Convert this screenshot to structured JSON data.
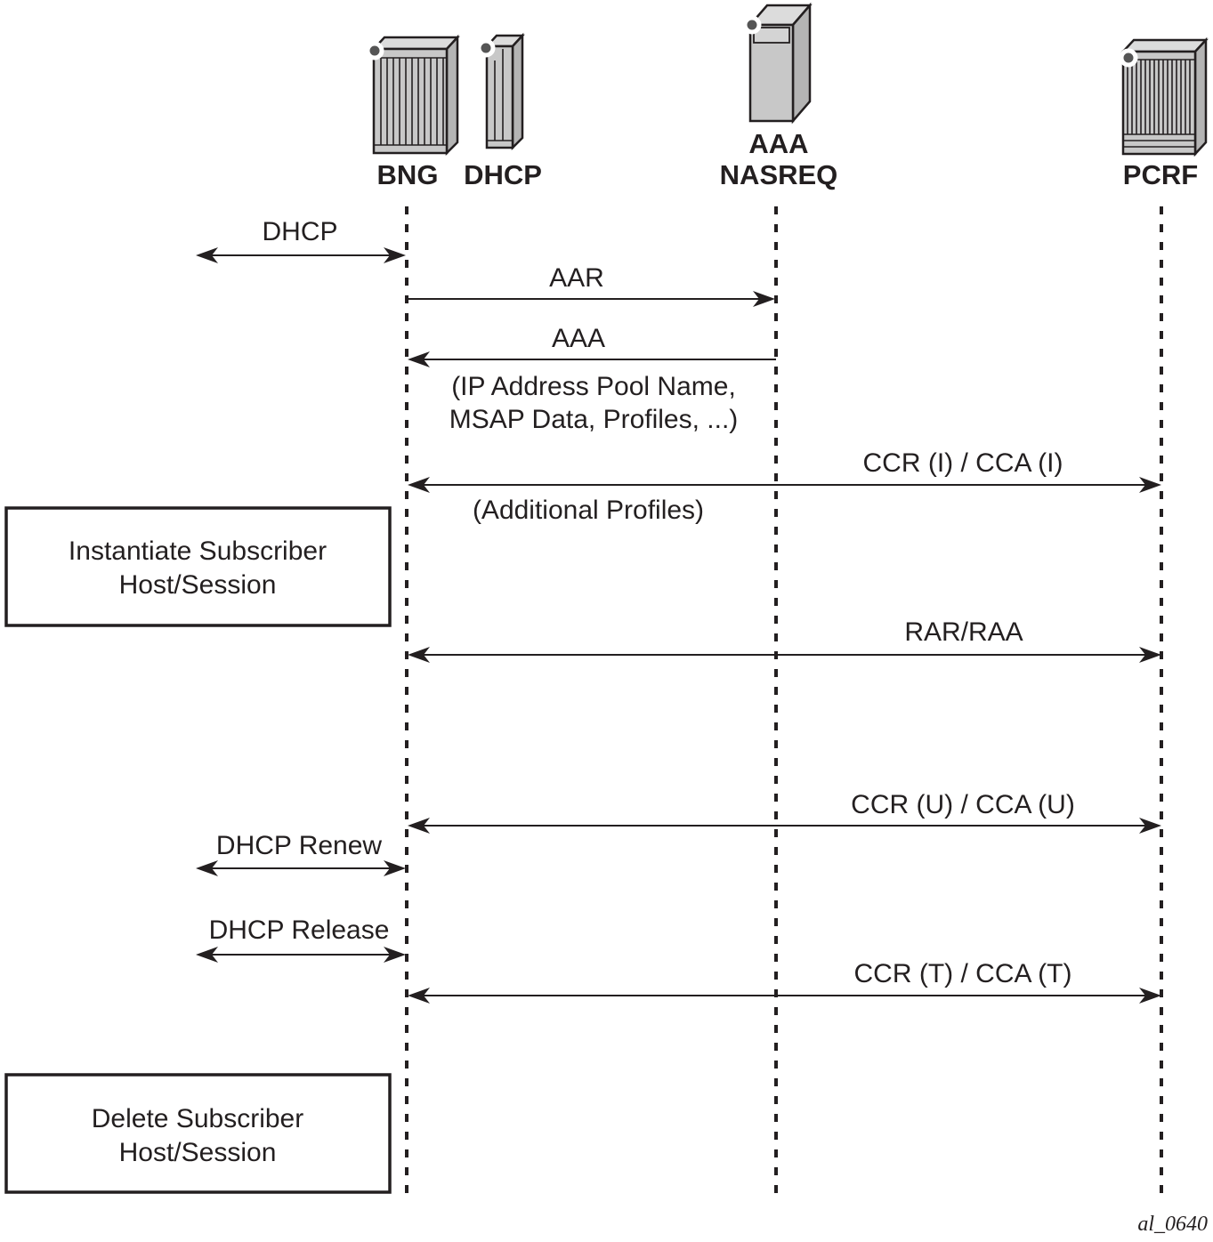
{
  "diagram": {
    "nodes": [
      {
        "id": "bng",
        "label": "BNG",
        "icon": "router-chassis-icon"
      },
      {
        "id": "dhcp",
        "label": "DHCP",
        "icon": "server-blade-icon"
      },
      {
        "id": "aaa",
        "label_lines": [
          "AAA",
          "NASREQ"
        ],
        "icon": "server-tower-icon"
      },
      {
        "id": "pcrf",
        "label": "PCRF",
        "icon": "router-chassis-icon"
      }
    ],
    "messages": [
      {
        "id": "dhcp",
        "label": "DHCP",
        "from": "client",
        "to": "bng",
        "direction": "bidirectional"
      },
      {
        "id": "aar",
        "label": "AAR",
        "from": "bng",
        "to": "aaa",
        "direction": "right"
      },
      {
        "id": "aaa",
        "label": "AAA",
        "from": "aaa",
        "to": "bng",
        "direction": "left",
        "note_lines": [
          "(IP Address Pool Name,",
          "MSAP Data, Profiles, ...)"
        ]
      },
      {
        "id": "ccr-i",
        "label": "CCR (I) / CCA (I)",
        "from": "bng",
        "to": "pcrf",
        "direction": "bidirectional",
        "note_lines": [
          "(Additional Profiles)"
        ]
      },
      {
        "id": "rar",
        "label": "RAR/RAA",
        "from": "bng",
        "to": "pcrf",
        "direction": "bidirectional"
      },
      {
        "id": "ccr-u",
        "label": "CCR (U) / CCA (U)",
        "from": "bng",
        "to": "pcrf",
        "direction": "bidirectional"
      },
      {
        "id": "dhcp-renew",
        "label": "DHCP Renew",
        "from": "client",
        "to": "bng",
        "direction": "bidirectional"
      },
      {
        "id": "dhcp-release",
        "label": "DHCP Release",
        "from": "client",
        "to": "bng",
        "direction": "bidirectional"
      },
      {
        "id": "ccr-t",
        "label": "CCR (T) / CCA (T)",
        "from": "bng",
        "to": "pcrf",
        "direction": "bidirectional"
      }
    ],
    "process_boxes": [
      {
        "id": "instantiate",
        "lines": [
          "Instantiate Subscriber",
          "Host/Session"
        ]
      },
      {
        "id": "delete",
        "lines": [
          "Delete Subscriber",
          "Host/Session"
        ]
      }
    ],
    "figure_id": "al_0640"
  }
}
